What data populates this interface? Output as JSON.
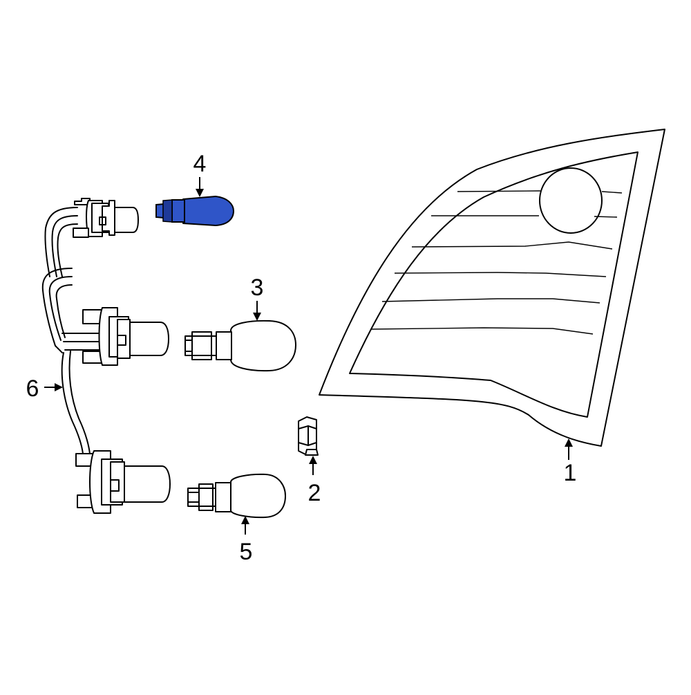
{
  "colors": {
    "line": "#000000",
    "background": "#ffffff",
    "highlight": "#2f55c8",
    "highlight_dark": "#1e3a99"
  },
  "callouts": [
    {
      "id": "1",
      "label": "1",
      "part": "tail-lamp-assembly"
    },
    {
      "id": "2",
      "label": "2",
      "part": "nut"
    },
    {
      "id": "3",
      "label": "3",
      "part": "bulb"
    },
    {
      "id": "4",
      "label": "4",
      "part": "bulb",
      "highlighted": true
    },
    {
      "id": "5",
      "label": "5",
      "part": "bulb"
    },
    {
      "id": "6",
      "label": "6",
      "part": "socket-wiring-harness"
    }
  ]
}
